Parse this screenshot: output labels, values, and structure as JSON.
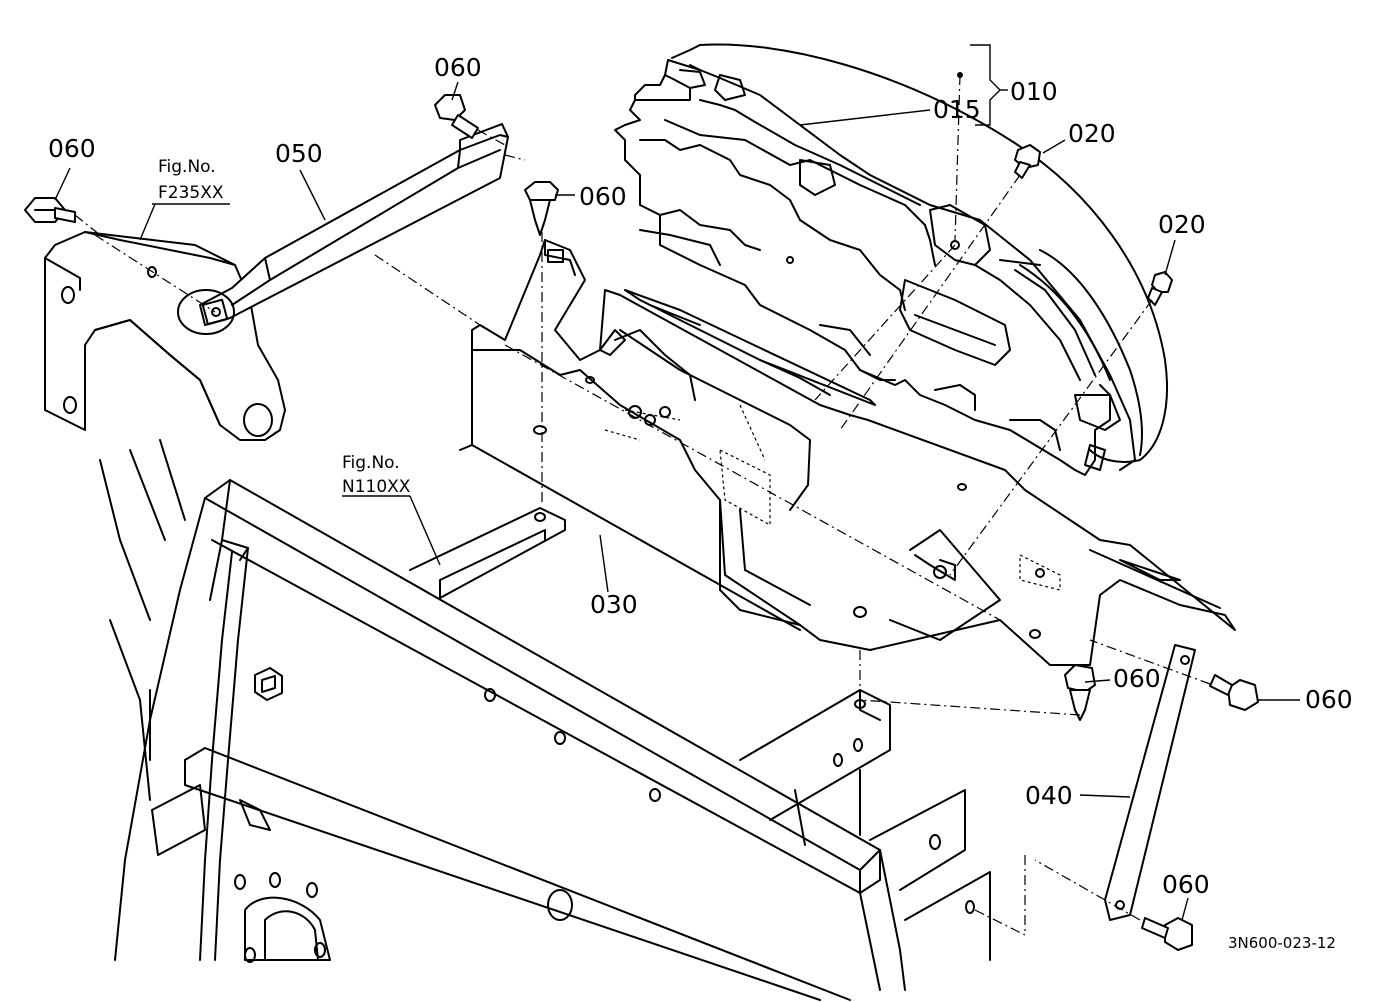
{
  "labels": {
    "p010": "010",
    "p015": "015",
    "p020a": "020",
    "p020b": "020",
    "p030": "030",
    "p040": "040",
    "p050": "050",
    "p060a": "060",
    "p060b": "060",
    "p060c": "060",
    "p060d": "060",
    "p060e": "060",
    "p060f": "060"
  },
  "refs": {
    "f235": {
      "prefix": "Fig.No.",
      "code": "F235XX"
    },
    "n110": {
      "prefix": "Fig.No.",
      "code": "N110XX"
    }
  },
  "drawing_id": "3N600-023-12"
}
